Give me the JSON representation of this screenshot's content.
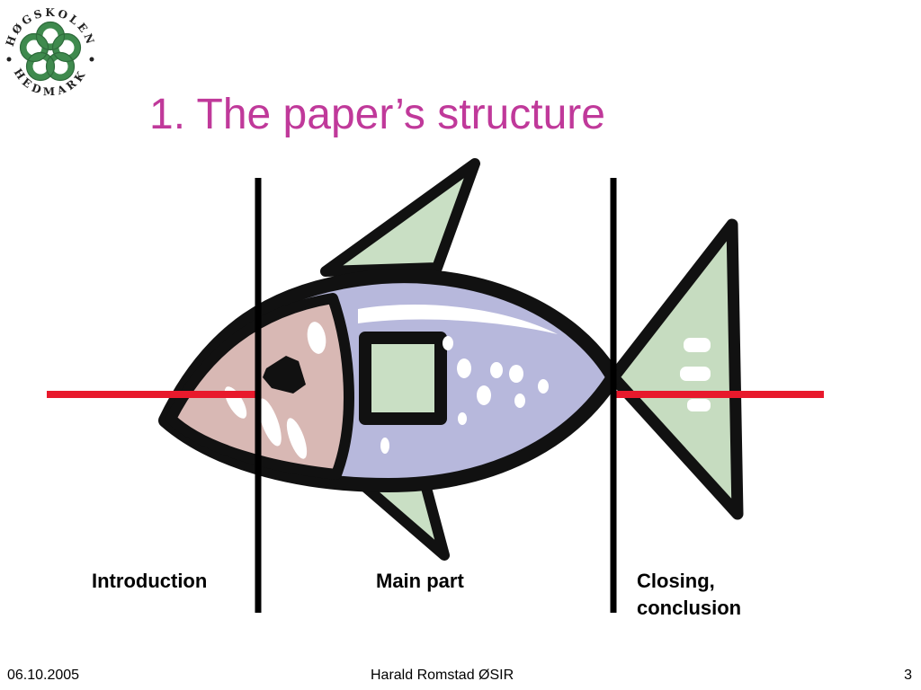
{
  "header": {
    "title": "1. The paper’s structure",
    "title_color": "#c0399a"
  },
  "logo": {
    "text_top": "HØGSKOLEN",
    "text_bottom": "HEDMARK",
    "ring_color": "#3f8a4e"
  },
  "diagram": {
    "sections": [
      {
        "label_line1": "Introduction"
      },
      {
        "label_line1": "Main part"
      },
      {
        "label_line1": "Closing,",
        "label_line2": "conclusion"
      }
    ],
    "divider_color": "#000000",
    "axis_color": "#e8192c",
    "icon": "fish-icon"
  },
  "footer": {
    "date": "06.10.2005",
    "author": "Harald Romstad ØSIR",
    "page": "3"
  }
}
